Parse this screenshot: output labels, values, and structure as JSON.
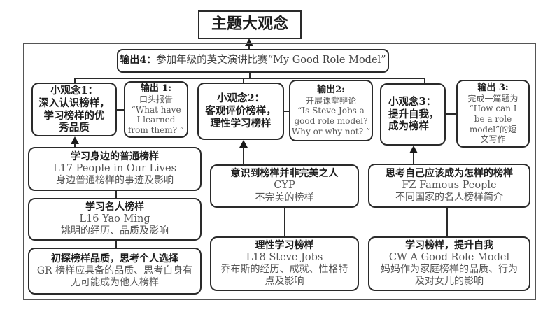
{
  "theme": {
    "title": "主题大观念"
  },
  "output4": {
    "label": "输出4：",
    "text": "参加年级的英文演讲比赛“My Good Role Model”"
  },
  "concepts": [
    {
      "title": "小观念1：",
      "lines": [
        "深入认识榜样，",
        "学习榜样的优",
        "秀品质"
      ]
    },
    {
      "title": "小观念2：",
      "lines": [
        "客观评价榜样，",
        "理性学习榜样"
      ]
    },
    {
      "title": "小观念3：",
      "lines": [
        "提升自我，",
        "成为榜样"
      ]
    }
  ],
  "outputs": [
    {
      "title": "输出 1:",
      "lines": [
        "口头报告",
        "“What have",
        "I learned",
        "from them? ”"
      ]
    },
    {
      "title": "输出2:",
      "lines": [
        "开展课堂辩论",
        "“Is Steve Jobs a",
        "good role model?",
        "Why or why not? ”"
      ]
    },
    {
      "title": "输出 3:",
      "lines": [
        "完成一篇题为",
        "“How can I",
        "be a  role",
        "model”的短",
        "文写作"
      ]
    }
  ],
  "lessons": {
    "col1": [
      {
        "title": "学习身边的普通榜样",
        "code": "L17 People in Our Lives",
        "desc": [
          "身边普通榜样的事迹及影响"
        ]
      },
      {
        "title": "学习名人榜样",
        "code": "L16 Yao Ming",
        "desc": [
          "姚明的经历、品质及影响"
        ]
      },
      {
        "title": "初探榜样品质，思考个人选择",
        "code": "",
        "desc": [
          "GR 榜样应具备的品质、思考自身有",
          "无可能成为他人榜样"
        ]
      }
    ],
    "col2": [
      {
        "title": "意识到榜样并非完美之人",
        "code": "CYP",
        "desc": [
          "不完美的榜样"
        ]
      },
      {
        "title": "理性学习榜样",
        "code": "L18 Steve Jobs",
        "desc": [
          "乔布斯的经历、成就、性格特",
          "点及影响"
        ]
      }
    ],
    "col3": [
      {
        "title": "思考自己应该成为怎样的榜样",
        "code": "FZ Famous People",
        "desc": [
          "不同国家的名人榜样简介"
        ]
      },
      {
        "title": "学习榜样，提升自我",
        "code": "CW A Good Role Model",
        "desc": [
          "妈妈作为家庭榜样的品质、行为",
          "及对女儿的影响"
        ]
      }
    ]
  }
}
